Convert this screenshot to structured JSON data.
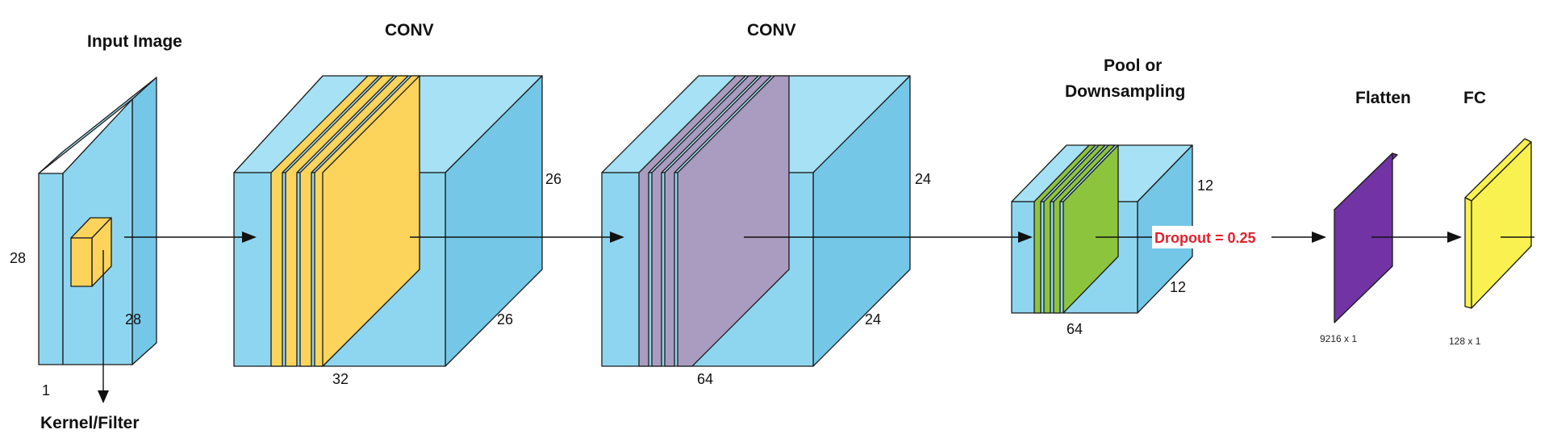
{
  "colors": {
    "volume": "#8ed6f0",
    "volume_top": "#a6e1f5",
    "volume_side": "#74c7e6",
    "conv1_filter": "#fcd45c",
    "conv2_filter": "#aa9cc0",
    "pool_filter": "#8dc43d",
    "flatten": "#7233a5",
    "fc": "#f8f150",
    "dropout_text": "#e0212c"
  },
  "blocks": {
    "input": {
      "title": "Input Image",
      "height_label": "28",
      "width_label": "28",
      "depth_label": "1",
      "kernel_label": "Kernel/Filter"
    },
    "conv1": {
      "title": "CONV",
      "height_label": "26",
      "width_label": "26",
      "depth_label": "32"
    },
    "conv2": {
      "title": "CONV",
      "height_label": "24",
      "width_label": "24",
      "depth_label": "64"
    },
    "pool": {
      "title_line1": "Pool or",
      "title_line2": "Downsampling",
      "height_label": "12",
      "width_label": "12",
      "depth_label": "64"
    },
    "dropout": {
      "label": "Dropout = 0.25"
    },
    "flatten": {
      "title": "Flatten",
      "size_label": "9216 x 1"
    },
    "fc": {
      "title": "FC",
      "size_label": "128 x 1"
    }
  }
}
